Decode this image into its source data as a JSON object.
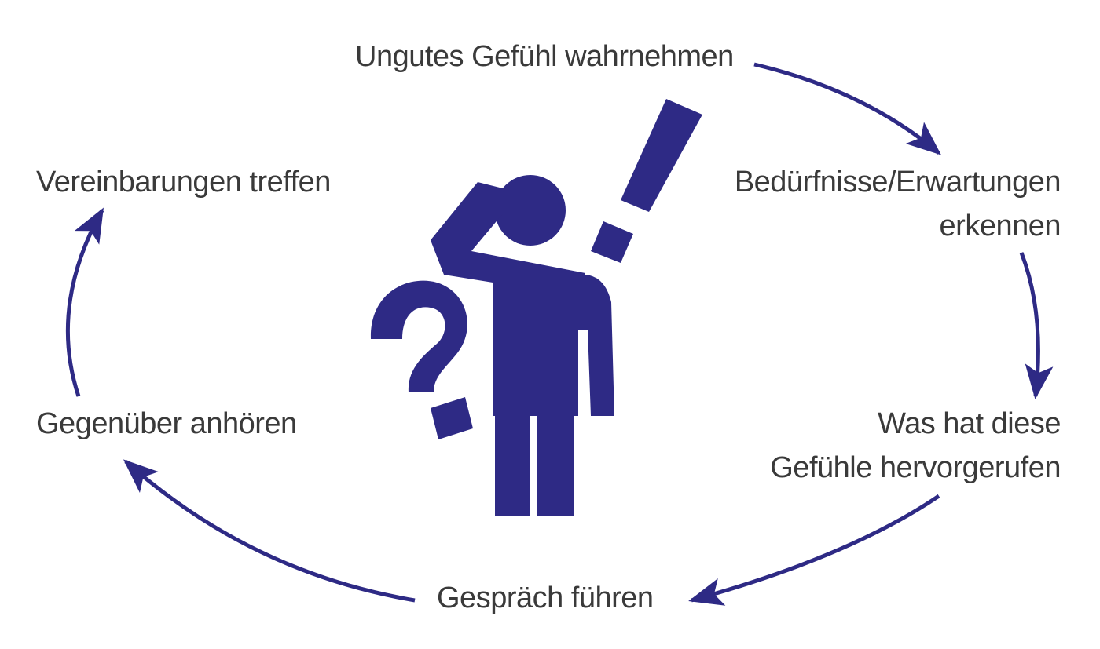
{
  "colors": {
    "accent": "#2e2a85",
    "text": "#3a3a3a",
    "background": "#ffffff"
  },
  "center_figure": {
    "icon": "confused-person-icon",
    "question_mark_icon": "question-mark-icon",
    "exclamation_mark_icon": "exclamation-mark-icon"
  },
  "steps": [
    {
      "id": "step-1",
      "lines": [
        "Ungutes Gefühl wahrnehmen"
      ]
    },
    {
      "id": "step-2",
      "lines": [
        "Bedürfnisse/Erwartungen",
        "erkennen"
      ]
    },
    {
      "id": "step-3",
      "lines": [
        "Was hat diese",
        "Gefühle hervorgerufen"
      ]
    },
    {
      "id": "step-4",
      "lines": [
        "Gespräch führen"
      ]
    },
    {
      "id": "step-5",
      "lines": [
        "Gegenüber anhören"
      ]
    },
    {
      "id": "step-6",
      "lines": [
        "Vereinbarungen treffen"
      ]
    }
  ]
}
